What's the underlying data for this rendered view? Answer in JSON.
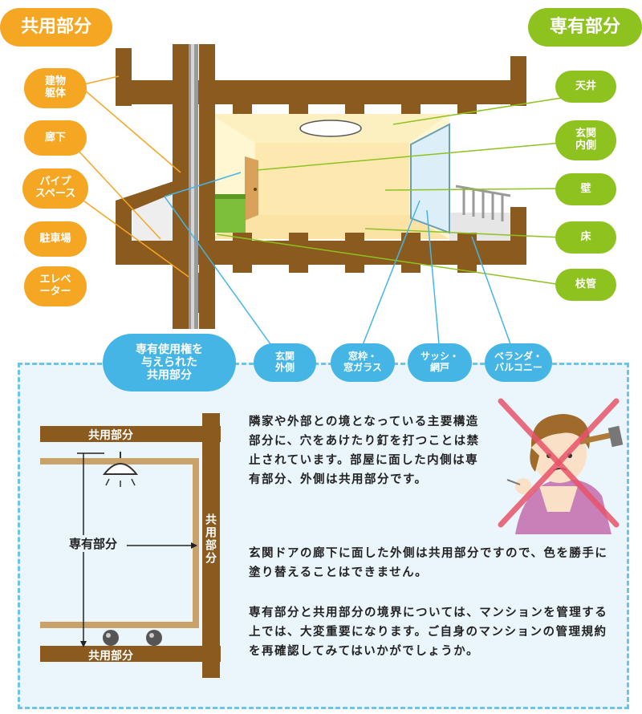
{
  "headers": {
    "shared": "共用部分",
    "exclusive": "専有部分"
  },
  "left_labels": [
    {
      "id": "building",
      "text": "建物躯体"
    },
    {
      "id": "corridor",
      "text": "廊下"
    },
    {
      "id": "pipe",
      "text": "パイプスペース"
    },
    {
      "id": "parking",
      "text": "駐車場"
    },
    {
      "id": "elevator",
      "text": "エレベーター"
    }
  ],
  "left_label_lines": {
    "building": [
      "建物",
      "躯体"
    ],
    "pipe": [
      "パイプ",
      "スペース"
    ],
    "elevator": [
      "エレベ",
      "ーター"
    ]
  },
  "right_labels": [
    {
      "id": "ceiling",
      "text": "天井"
    },
    {
      "id": "entrance_inside",
      "text": "玄関内側",
      "lines": [
        "玄関",
        "内側"
      ]
    },
    {
      "id": "wall",
      "text": "壁"
    },
    {
      "id": "floor",
      "text": "床"
    },
    {
      "id": "branch_pipe",
      "text": "枝管"
    }
  ],
  "bottom_labels": {
    "right_of_use": [
      "専有使用権を",
      "与えられた",
      "共用部分"
    ],
    "entrance_outside": [
      "玄関",
      "外側"
    ],
    "window": [
      "窓枠・",
      "窓ガラス"
    ],
    "sash": [
      "サッシ・",
      "網戸"
    ],
    "veranda": [
      "ベランダ・",
      "バルコニー"
    ]
  },
  "small_diagram": {
    "top": "共用部分",
    "bottom": "共用部分",
    "side": "共用部分",
    "inner": "専有部分"
  },
  "paragraphs": [
    "隣家や外部との境となっている主要構造部分に、穴をあけたり釘を打つことは禁止されています。部屋に面した内側は専有部分、外側は共用部分です。",
    "玄関ドアの廊下に面した外側は共用部分ですので、色を勝手に塗り替えることはできません。",
    "専有部分と共用部分の境界については、マンションを管理する上では、大変重要になります。ご自身のマンションの管理規約を再確認してみてはいかがでしょうか。"
  ],
  "colors": {
    "shared": "#f5a623",
    "exclusive": "#8dc21f",
    "bluelabel": "#45b5e6",
    "beam": "#8a5a1e",
    "room": "#fff3c4"
  }
}
